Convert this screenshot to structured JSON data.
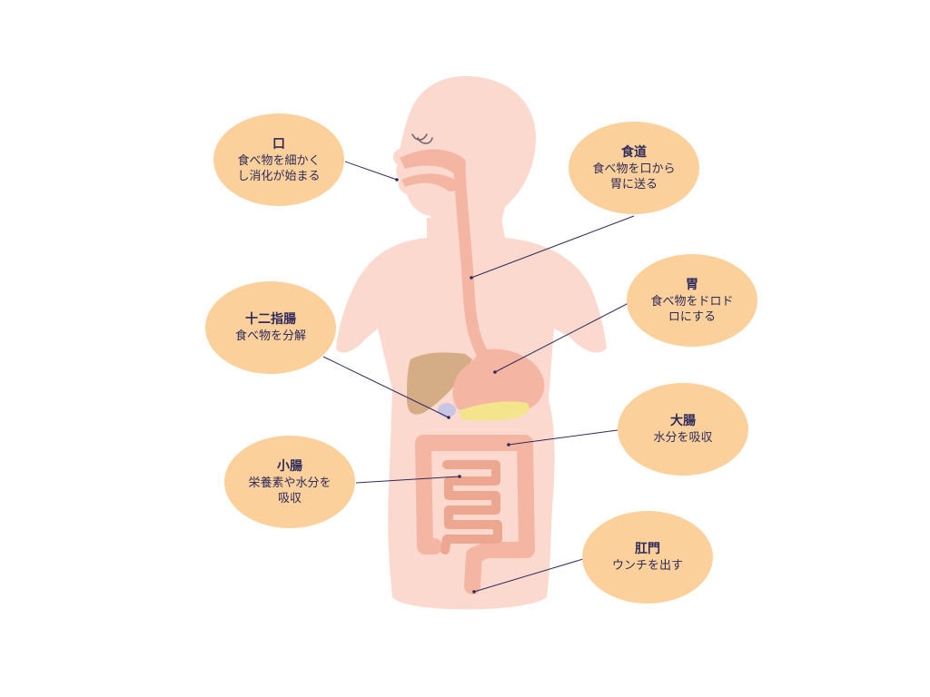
{
  "colors": {
    "body": "#fbd9cf",
    "organ": "#f4b6a3",
    "organ_dark": "#eda790",
    "liver": "#d4ac86",
    "pancreas": "#f4e58d",
    "gallbladder": "#c8c6e6",
    "bubble": "#fbd09b",
    "line": "#2e2a5b",
    "text": "#2e2a5b"
  },
  "labels": [
    {
      "id": "mouth",
      "title": "口",
      "desc": "食べ物を細かく\nし消化が始まる"
    },
    {
      "id": "esophagus",
      "title": "食道",
      "desc": "食べ物を口から\n胃に送る"
    },
    {
      "id": "stomach",
      "title": "胃",
      "desc": "食べ物をドロド\nロにする"
    },
    {
      "id": "duodenum",
      "title": "十二指腸",
      "desc": "食べ物を分解"
    },
    {
      "id": "large_intestine",
      "title": "大腸",
      "desc": "水分を吸収"
    },
    {
      "id": "small_intestine",
      "title": "小腸",
      "desc": "栄養素や水分を\n吸収"
    },
    {
      "id": "anus",
      "title": "肛門",
      "desc": "ウンチを出す"
    }
  ]
}
